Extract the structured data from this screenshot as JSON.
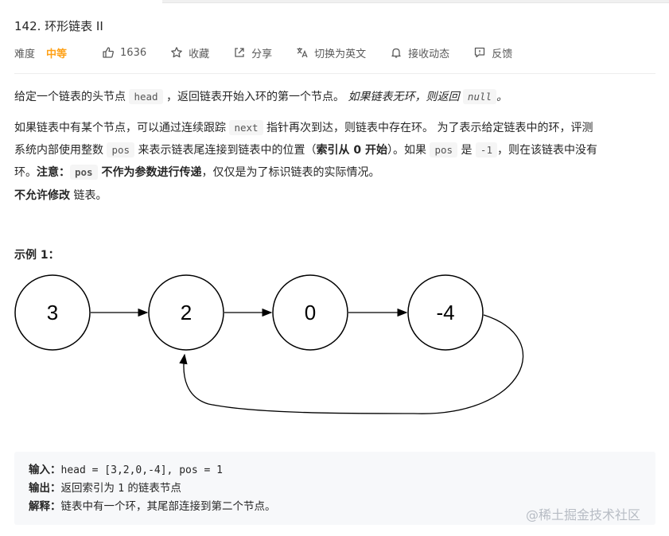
{
  "problem": {
    "title": "142. 环形链表 II",
    "difficulty_label": "难度",
    "difficulty": "中等",
    "likes": "1636",
    "actions": {
      "favorite": "收藏",
      "share": "分享",
      "switch_lang": "切换为英文",
      "notifications": "接收动态",
      "feedback": "反馈"
    }
  },
  "description": {
    "p1": {
      "t1": "给定一个链表的头节点 ",
      "c1": "head",
      "t2": " ，返回链表开始入环的第一个节点。 ",
      "em1": "如果链表无环，则返回 ",
      "c2": "null",
      "em2": "。"
    },
    "p2": {
      "t1": "如果链表中有某个节点，可以通过连续跟踪 ",
      "c1": "next",
      "t2": " 指针再次到达，则链表中存在环。 为了表示给定链表中的环，评测",
      "t3": "系统内部使用整数 ",
      "c2": "pos",
      "t4": " 来表示链表尾连接到链表中的位置（",
      "b1": "索引从 0 开始",
      "t5": "）。如果 ",
      "c3": "pos",
      "t6": " 是 ",
      "c4": "-1",
      "t7": "，则在该链表中没有",
      "t8": "环。",
      "b2": "注意：",
      "c5": "pos",
      "b3": " 不作为参数进行传递",
      "t9": "，仅仅是为了标识链表的实际情况。"
    },
    "p3": {
      "b1": "不允许修改",
      "t1": " 链表。"
    }
  },
  "example": {
    "title": "示例 1：",
    "nodes": [
      "3",
      "2",
      "0",
      "-4"
    ],
    "input_label": "输入：",
    "input": "head = [3,2,0,-4], pos = 1",
    "output_label": "输出：",
    "output_t1": "返回索引为 ",
    "output_c": "1",
    "output_t2": " 的链表节点",
    "explain_label": "解释：",
    "explain": "链表中有一个环，其尾部连接到第二个节点。"
  },
  "watermark": "@稀土掘金技术社区"
}
